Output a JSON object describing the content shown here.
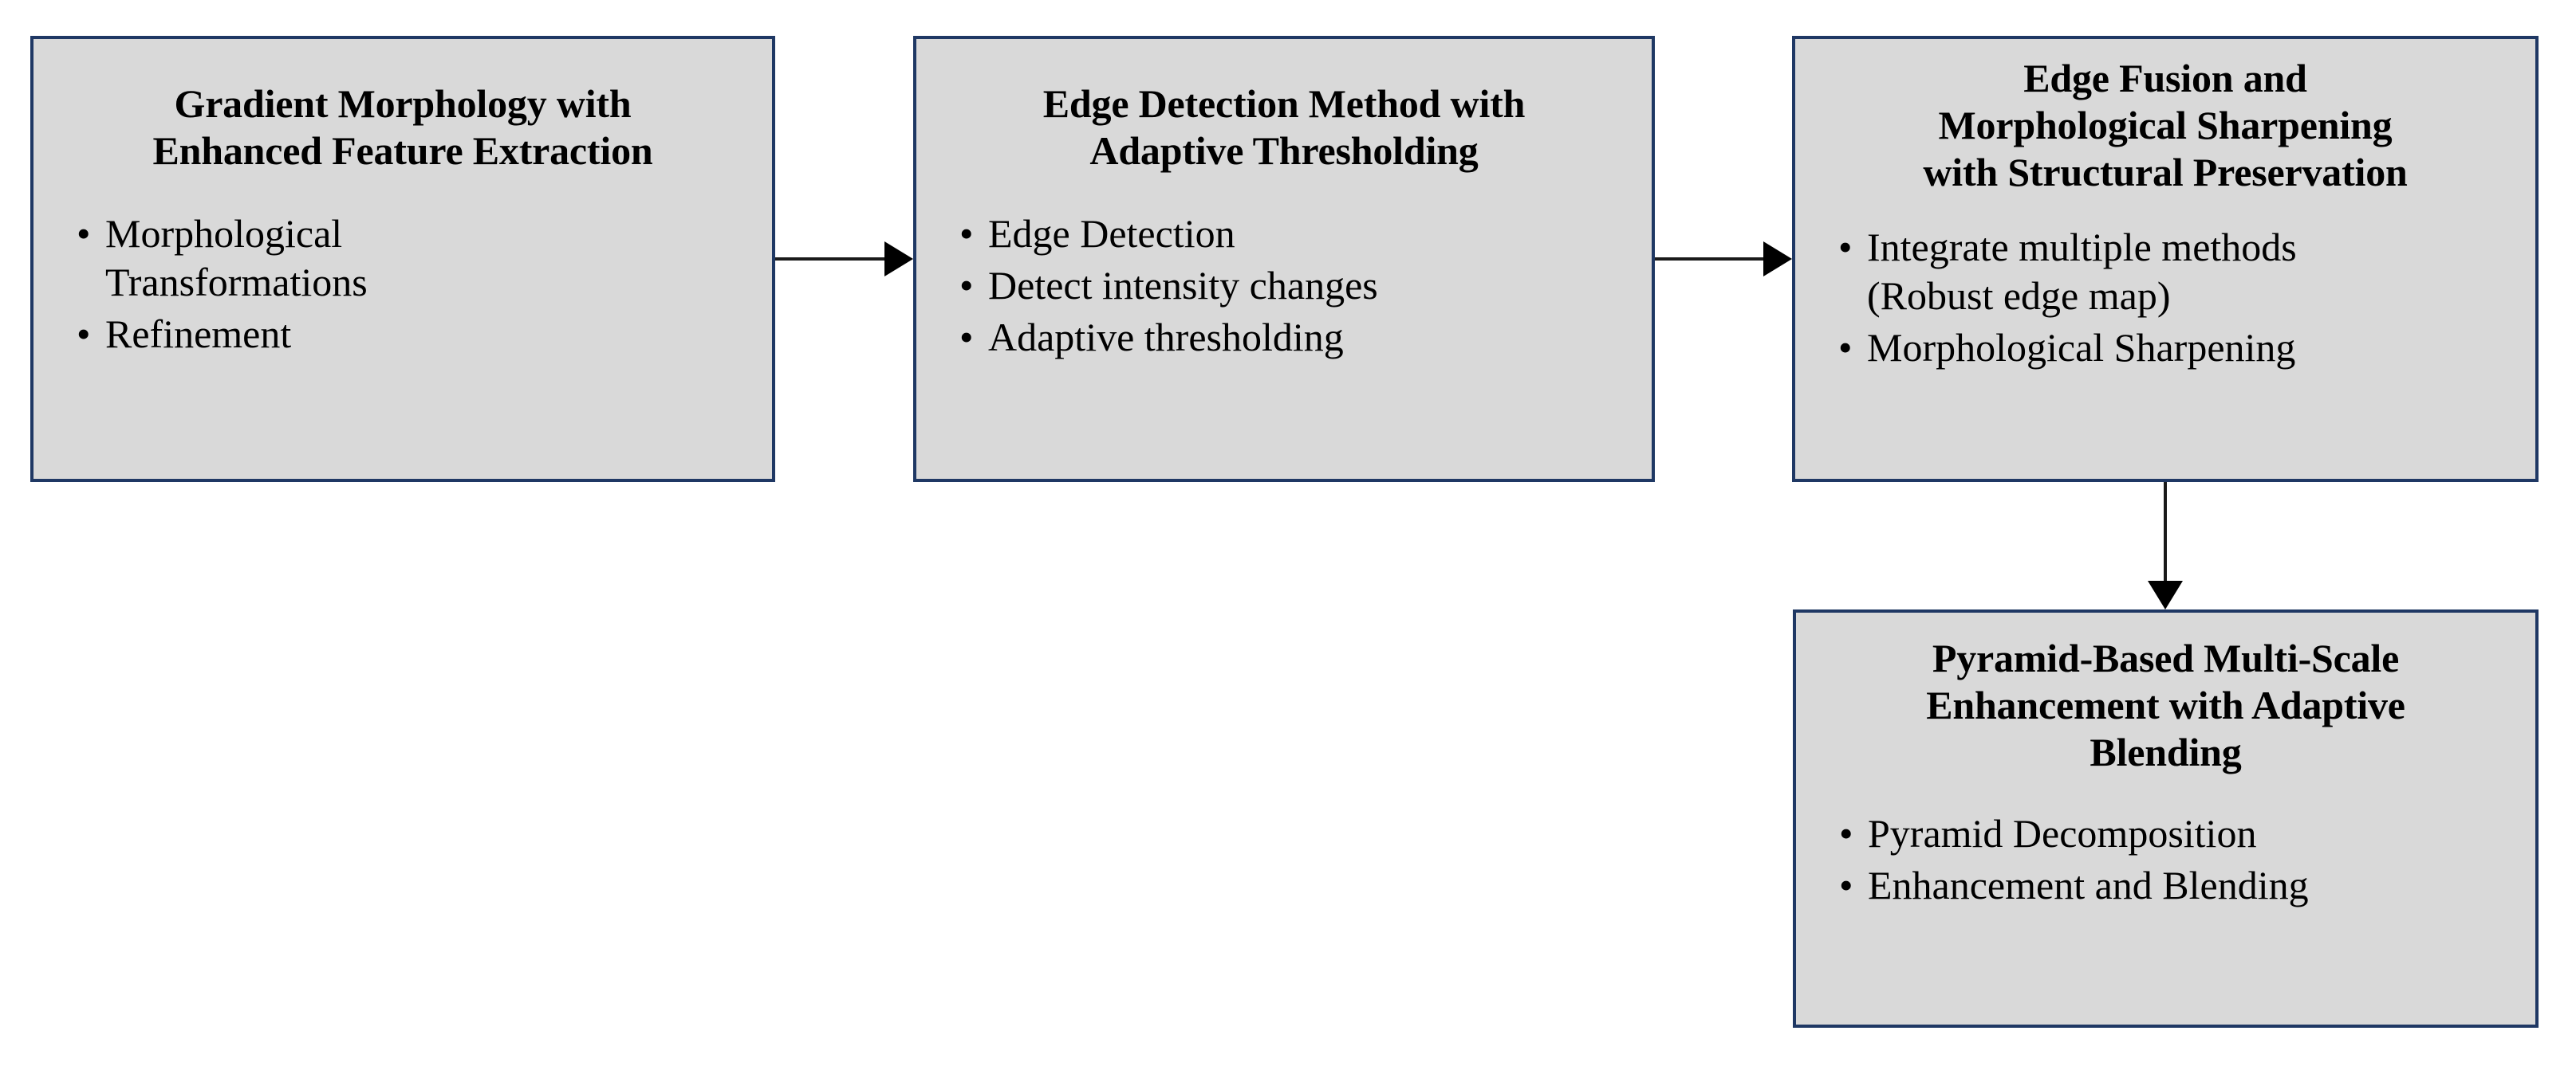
{
  "diagram": {
    "type": "flowchart",
    "orientation": "left-to-right with downward branch",
    "colors": {
      "node_fill": "#d9d9d9",
      "node_border": "#1f3864",
      "connector": "#000000",
      "text": "#000000",
      "background": "#ffffff"
    },
    "nodes": [
      {
        "id": "node-1",
        "title": "Gradient Morphology with\nEnhanced Feature Extraction",
        "bullets": [
          "Morphological\nTransformations",
          "Refinement"
        ]
      },
      {
        "id": "node-2",
        "title": "Edge Detection Method with\nAdaptive Thresholding",
        "bullets": [
          "Edge Detection",
          "Detect intensity changes",
          "Adaptive thresholding"
        ]
      },
      {
        "id": "node-3",
        "title": "Edge Fusion and\nMorphological Sharpening\nwith Structural Preservation",
        "bullets": [
          "Integrate multiple methods\n(Robust edge map)",
          "Morphological Sharpening"
        ]
      },
      {
        "id": "node-4",
        "title": "Pyramid-Based Multi-Scale\nEnhancement with Adaptive\nBlending",
        "bullets": [
          "Pyramid Decomposition",
          "Enhancement and Blending"
        ]
      }
    ],
    "bullet_glyph": "•",
    "connectors": [
      {
        "id": "arrow-1",
        "from": "node-1",
        "to": "node-2",
        "direction": "right"
      },
      {
        "id": "arrow-2",
        "from": "node-2",
        "to": "node-3",
        "direction": "right"
      },
      {
        "id": "arrow-3",
        "from": "node-3",
        "to": "node-4",
        "direction": "down"
      }
    ]
  }
}
